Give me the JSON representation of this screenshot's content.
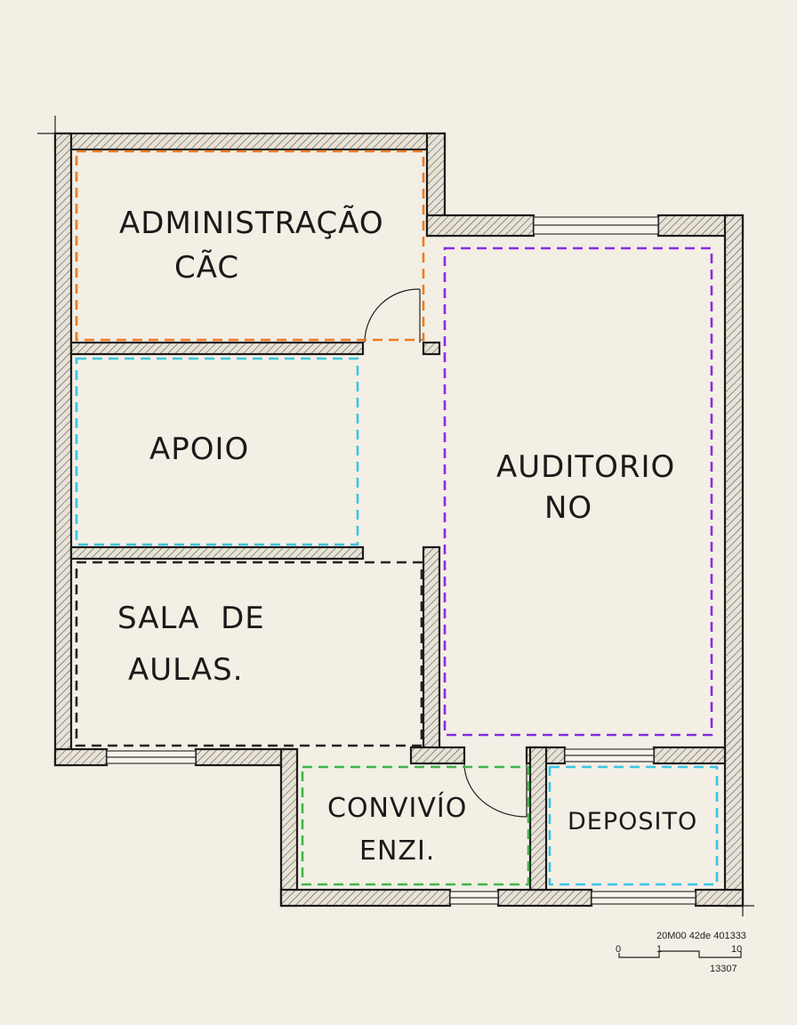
{
  "rooms": [
    {
      "name": "administracao",
      "lines": [
        "ADMINISTRAÇÃO",
        "CÃC"
      ],
      "color": "#ee7a22"
    },
    {
      "name": "apoio",
      "lines": [
        "APOIO"
      ],
      "color": "#3cc4e6"
    },
    {
      "name": "sala-de-aulas",
      "lines": [
        "SALA  DE",
        "AULAS."
      ],
      "color": "#222222"
    },
    {
      "name": "auditorio",
      "lines": [
        "AUDITORIO",
        "NO"
      ],
      "color": "#8a2be2"
    },
    {
      "name": "convivio",
      "lines": [
        "CONVIVÍO",
        "ENZI."
      ],
      "color": "#3cb84a"
    },
    {
      "name": "deposito",
      "lines": [
        "DEPOSITO"
      ],
      "color": "#3cc4e6"
    }
  ],
  "scale_bar": {
    "title": "20M00 42de 401333",
    "ticks": [
      "0",
      "1",
      "10"
    ],
    "caption": "13307"
  },
  "colors": {
    "paper": "#f3efe4",
    "wall_outline": "#1a1a1a"
  }
}
